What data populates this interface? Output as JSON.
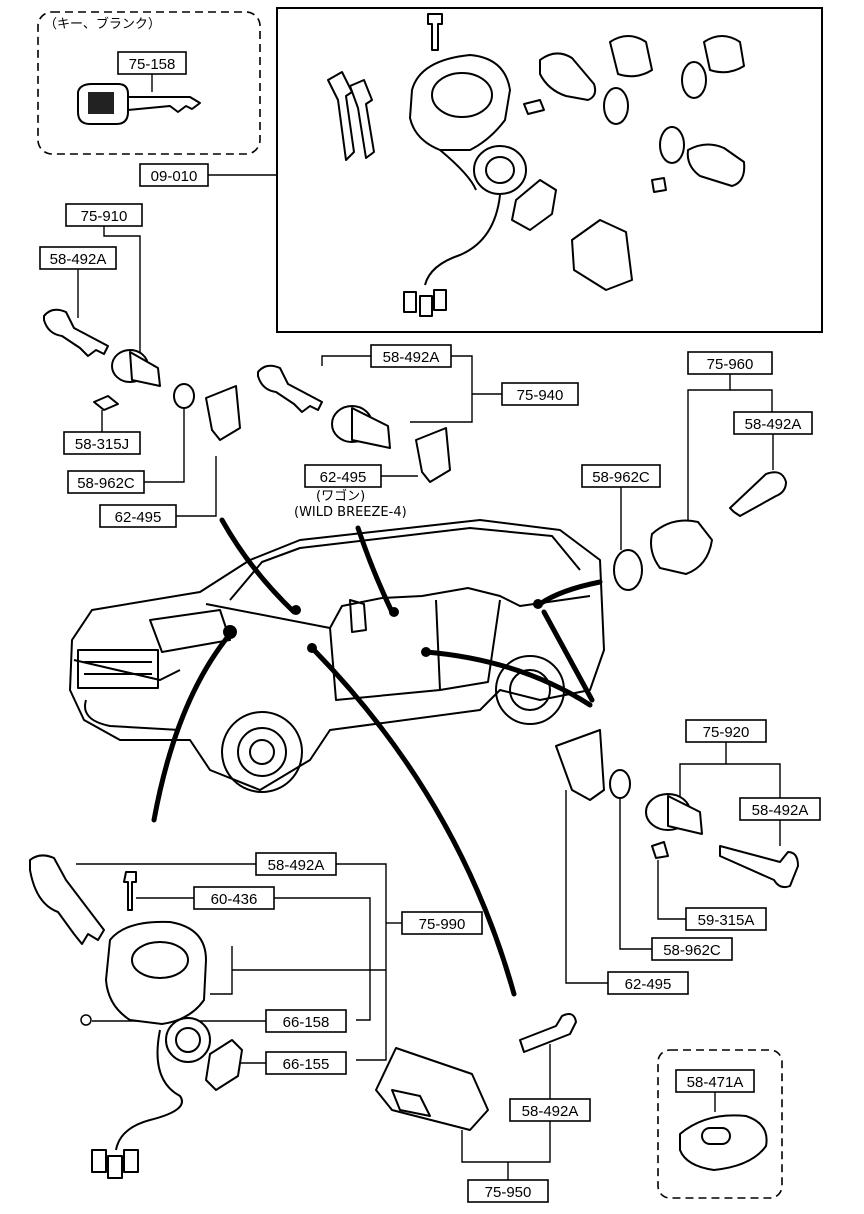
{
  "notes": {
    "key_blank": "（キー、ブランク）",
    "wagon": "(ワゴン)",
    "wild_breeze": "(WILD BREEZE-4)"
  },
  "parts": {
    "p75_158": "75-158",
    "p09_010": "09-010",
    "p75_910": "75-910",
    "p58_492A_a": "58-492A",
    "p58_315J": "58-315J",
    "p58_962C_a": "58-962C",
    "p62_495_a": "62-495",
    "p58_492A_b": "58-492A",
    "p75_940": "75-940",
    "p62_495_b": "62-495",
    "p75_960": "75-960",
    "p58_492A_c": "58-492A",
    "p58_962C_b": "58-962C",
    "p75_920": "75-920",
    "p58_492A_d": "58-492A",
    "p59_315A": "59-315A",
    "p58_962C_c": "58-962C",
    "p62_495_c": "62-495",
    "p58_492A_e": "58-492A",
    "p60_436": "60-436",
    "p75_990": "75-990",
    "p66_158": "66-158",
    "p66_155": "66-155",
    "p58_492A_f": "58-492A",
    "p75_950": "75-950",
    "p58_471A": "58-471A"
  }
}
